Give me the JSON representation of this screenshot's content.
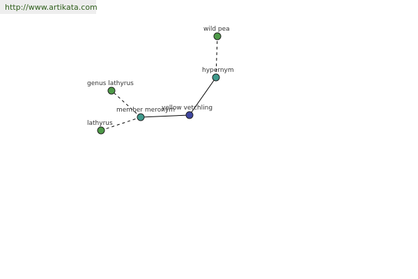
{
  "header": {
    "url": "http://www.artikata.com"
  },
  "graph": {
    "nodes": [
      {
        "id": "yellow-vetchling",
        "label": "yellow vetchling",
        "color": "#3f46a0"
      },
      {
        "id": "hypernym",
        "label": "hypernym",
        "color": "#3f9a8c"
      },
      {
        "id": "wild-pea",
        "label": "wild pea",
        "color": "#4e9a48"
      },
      {
        "id": "member-meronym",
        "label": "member meronym",
        "color": "#3f9a8c"
      },
      {
        "id": "genus-lathyrus",
        "label": "genus lathyrus",
        "color": "#4e9a48"
      },
      {
        "id": "lathyrus",
        "label": "lathyrus",
        "color": "#4e9a48"
      }
    ],
    "edges": [
      {
        "from": "yellow-vetchling",
        "to": "hypernym",
        "style": "solid"
      },
      {
        "from": "hypernym",
        "to": "wild-pea",
        "style": "dashed"
      },
      {
        "from": "yellow-vetchling",
        "to": "member-meronym",
        "style": "solid"
      },
      {
        "from": "member-meronym",
        "to": "genus-lathyrus",
        "style": "dashed"
      },
      {
        "from": "member-meronym",
        "to": "lathyrus",
        "style": "dashed"
      }
    ]
  }
}
